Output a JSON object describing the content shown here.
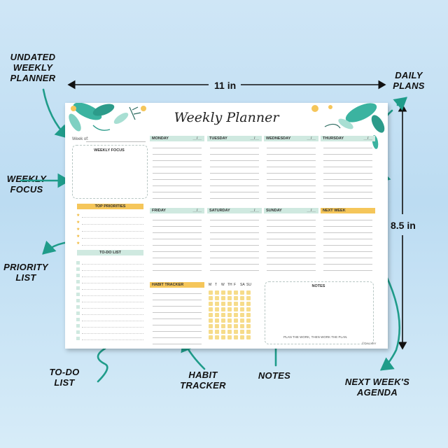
{
  "callouts": {
    "undated": "UNDATED WEEKLY PLANNER",
    "daily": "DAILY PLANS",
    "weekly_focus": "WEEKLY FOCUS",
    "priority": "PRIORITY LIST",
    "todo": "TO-DO LIST",
    "habit": "HABIT TRACKER",
    "notes": "NOTES",
    "next_week": "NEXT WEEK'S AGENDA"
  },
  "dimensions": {
    "width": "11 in",
    "height": "8.5 in"
  },
  "planner": {
    "title": "Weekly Planner",
    "week_of": "Week of:",
    "weekly_focus": "WEEKLY FOCUS",
    "top_priorities": "TOP PRIORITIES",
    "todo_list": "TO-DO LIST",
    "days_top": [
      "MONDAY",
      "TUESDAY",
      "WEDNESDAY",
      "THURSDAY"
    ],
    "days_bottom": [
      "FRIDAY",
      "SATURDAY",
      "SUNDAY"
    ],
    "next_week": "NEXT WEEK",
    "date_blank": "__/__",
    "habit_tracker": "HABIT TRACKER",
    "habit_days": [
      "M",
      "T",
      "W",
      "TH",
      "F",
      "SA",
      "SU"
    ],
    "notes": "NOTES",
    "notes_footer": "PLAN THE WORK, THEN WORK THE PLAN.",
    "brand": "©Decoder"
  },
  "colors": {
    "mint": "#cfe9e0",
    "yellow": "#f5c65a",
    "arrow": "#1f9c8a",
    "leaf": "#3bb3a0"
  }
}
